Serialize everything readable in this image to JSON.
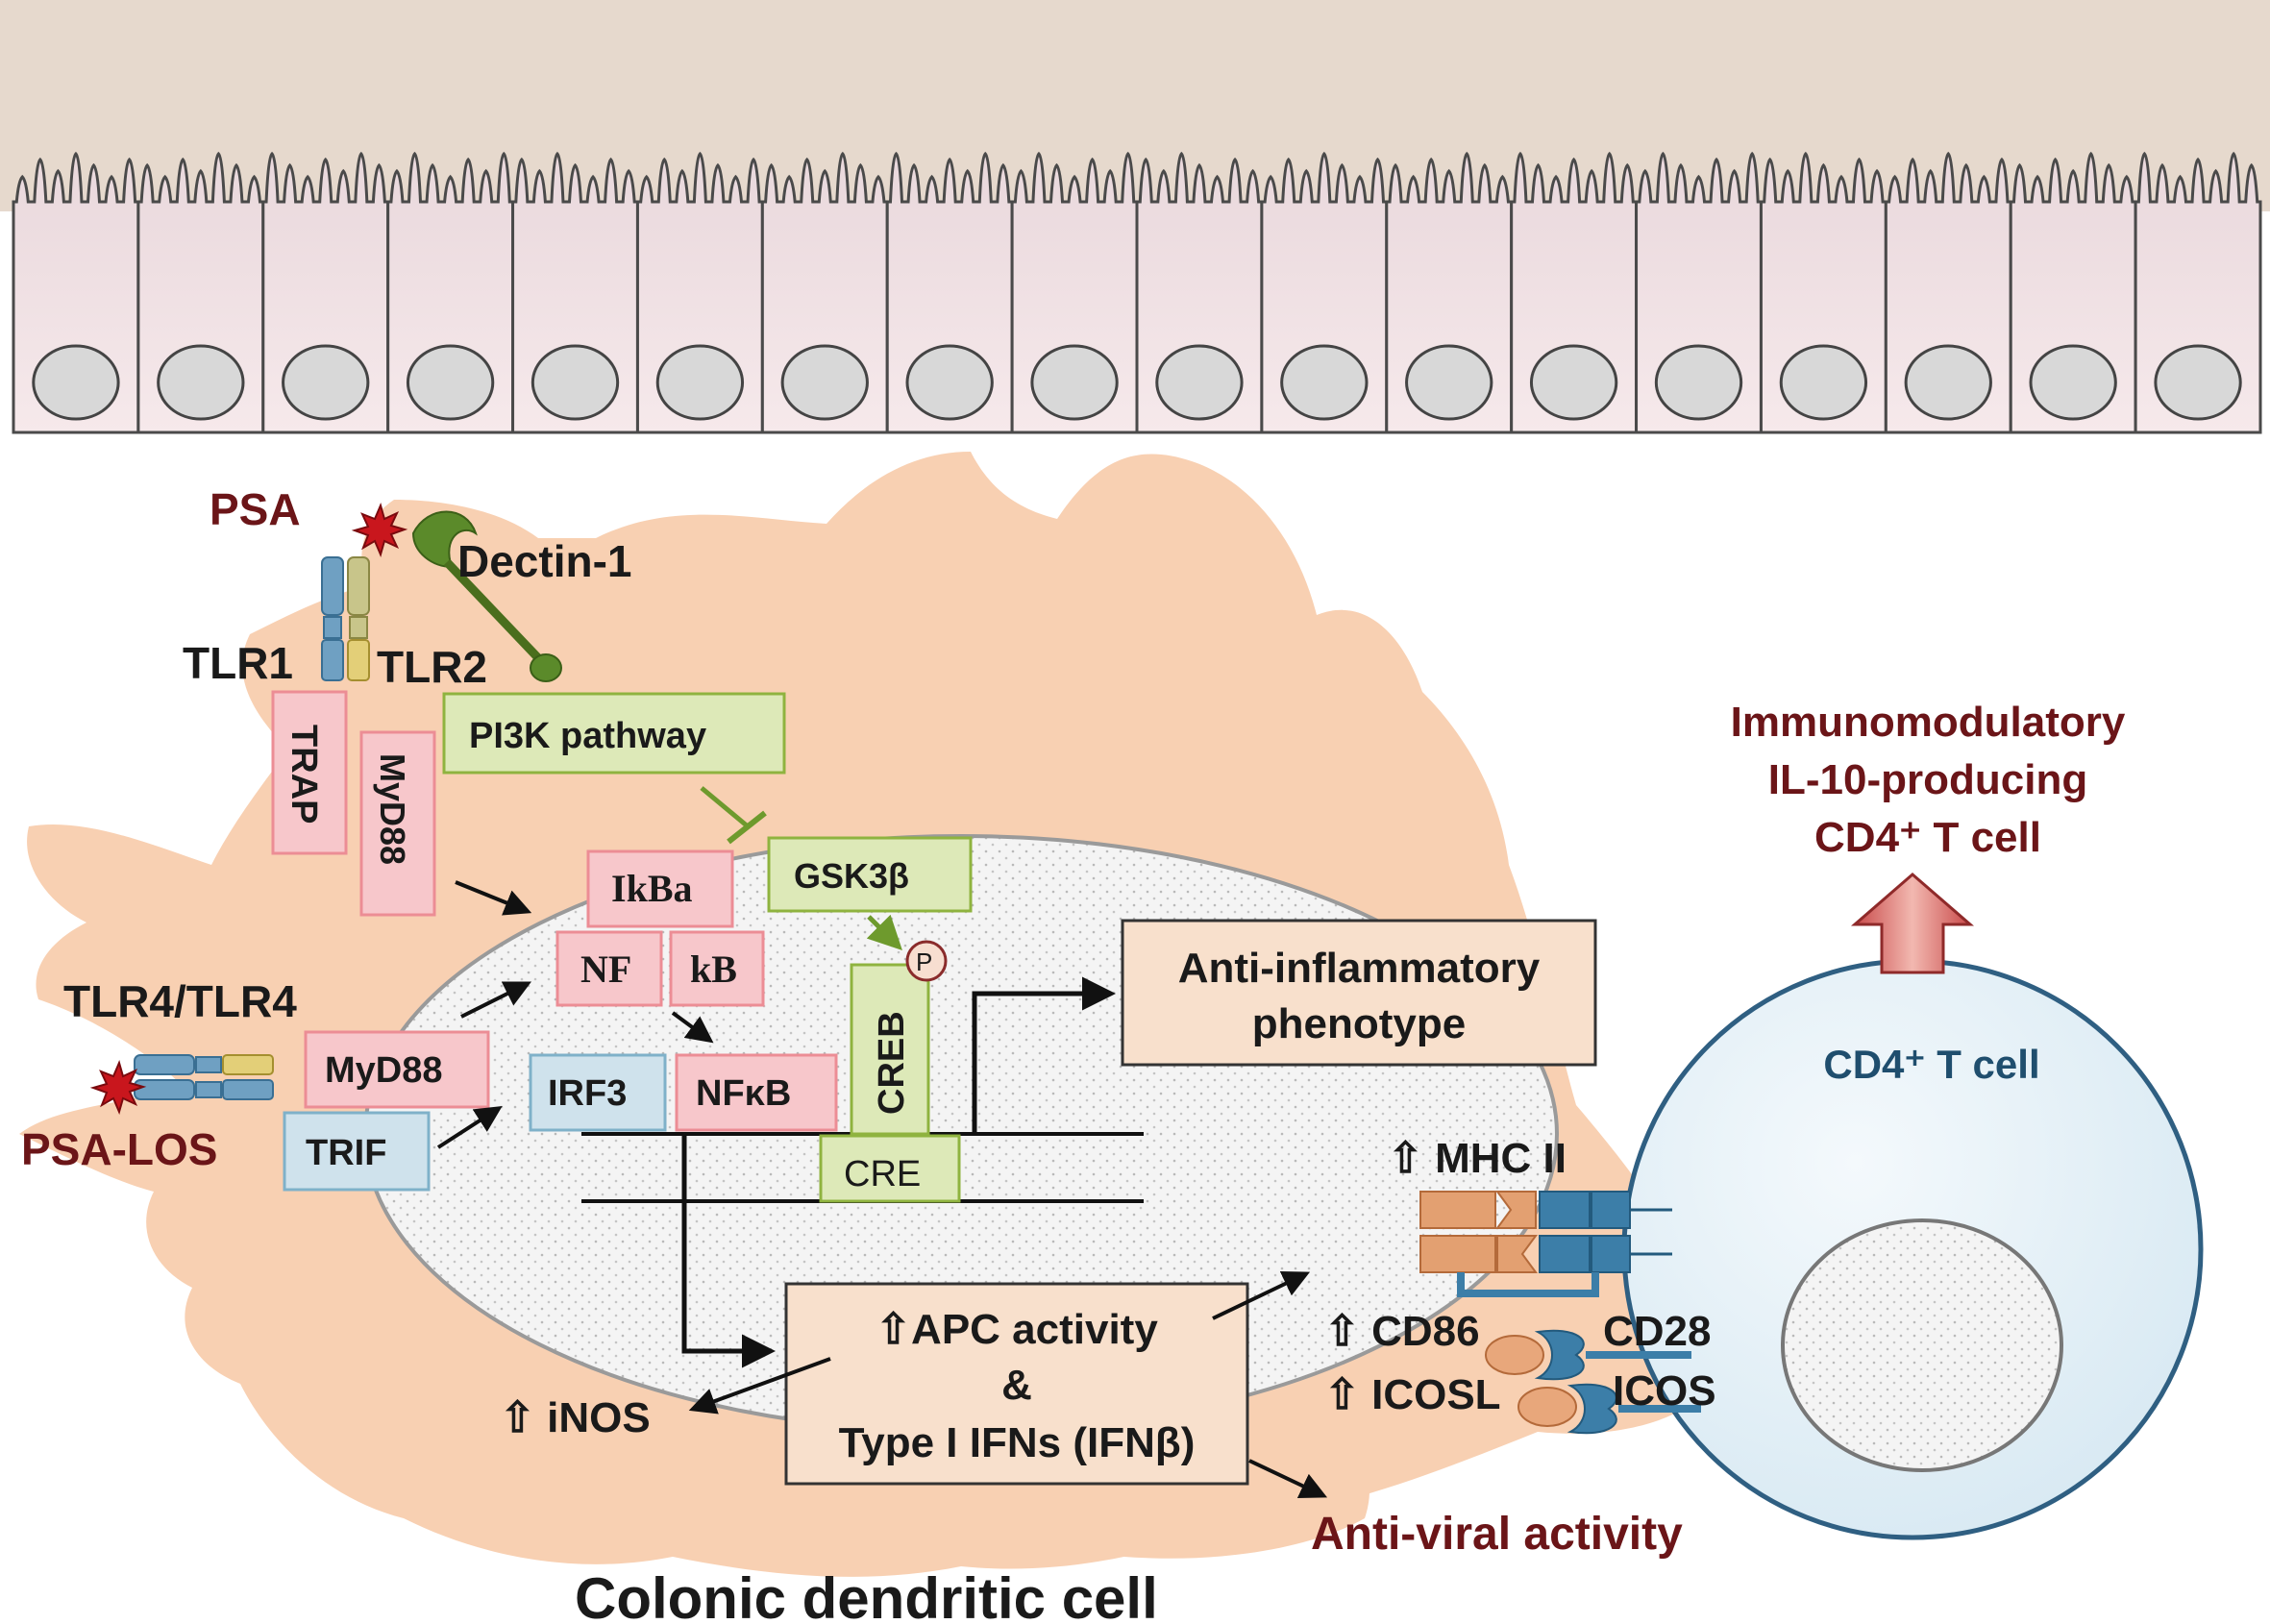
{
  "labels": {
    "psa": "PSA",
    "dectin1": "Dectin-1",
    "tlr1": "TLR1",
    "tlr2": "TLR2",
    "trap": "TRAP",
    "myd88_top": "MyD88",
    "pi3k": "PI3K pathway",
    "gsk3b": "GSK3β",
    "ikba": "IkBa",
    "nf": "NF",
    "kb": "kB",
    "nfkb": "NFκB",
    "creb": "CREB",
    "cre": "CRE",
    "p": "P",
    "tlr4": "TLR4/TLR4",
    "myd88_mid": "MyD88",
    "trif": "TRIF",
    "irf3": "IRF3",
    "psa_los": "PSA-LOS",
    "anti_inflam_1": "Anti-inflammatory",
    "anti_inflam_2": "phenotype",
    "apc_1": "⇧APC activity",
    "apc_2": "&",
    "apc_3": "Type I IFNs (IFNβ)",
    "inos": "⇧ iNOS",
    "mhc": "⇧ MHC II",
    "cd86": "⇧ CD86",
    "icosl": "⇧ ICOSL",
    "cd28": "CD28",
    "icos": "ICOS",
    "immuno_1": "Immunomodulatory",
    "immuno_2": "IL-10-producing",
    "immuno_3": "CD4⁺ T cell",
    "tcell": "CD4⁺ T cell",
    "antiviral": "Anti-viral activity",
    "cell_title": "Colonic dendritic cell"
  },
  "colors": {
    "lumen": "#e6d9cd",
    "epithelium": "#efdde0",
    "dc_body": "#f8d0b2",
    "nucleus": "#f3f3f3",
    "red_box": "#f7c7cb",
    "red_border": "#ec8d95",
    "green_box": "#dde9b8",
    "green_border": "#8fb33f",
    "blue_box": "#cfe2ec",
    "blue_border": "#7fb1c9",
    "tan_box": "#f8e0cc",
    "dark_red_text": "#6b1518",
    "tcell_fill": "#e8f2f8"
  }
}
